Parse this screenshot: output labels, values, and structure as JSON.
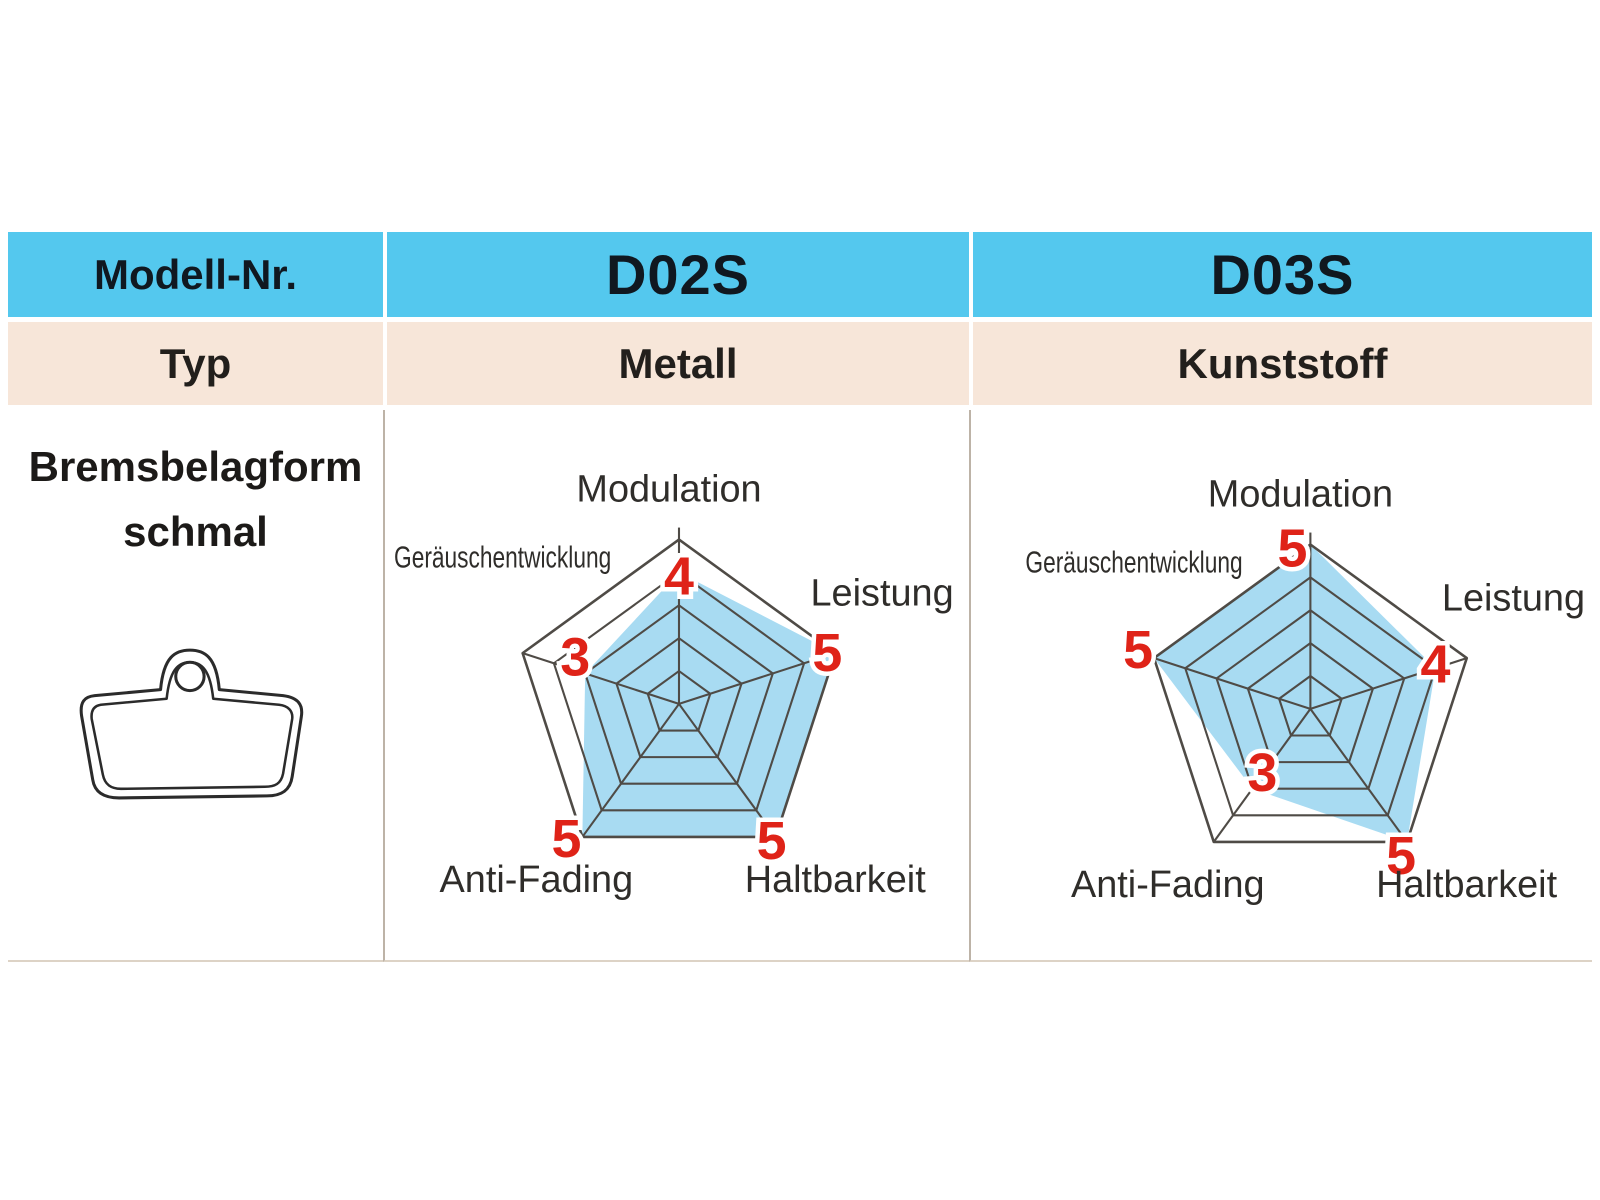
{
  "table": {
    "header_row": {
      "label": "Modell-Nr.",
      "model_1": "D02S",
      "model_2": "D03S"
    },
    "type_row": {
      "label": "Typ",
      "type_1": "Metall",
      "type_2": "Kunststoff"
    },
    "shape_row": {
      "label_line1": "Bremsbelagform",
      "label_line2": "schmal",
      "shape_icon": "brake-pad-narrow-outline"
    }
  },
  "colors": {
    "header_bg": "#54c8ee",
    "type_row_bg": "#f7e6d9",
    "radar_fill": "#a8dbf2",
    "radar_grid": "#4f4b46",
    "value_red": "#df2318",
    "text_dark": "#101820",
    "divider_tan": "#bdb3a7"
  },
  "chart_data": [
    {
      "type": "radar",
      "title": "D02S",
      "categories": [
        "Modulation",
        "Leistung",
        "Haltbarkeit",
        "Anti-Fading",
        "Geräuschentwicklung"
      ],
      "values": [
        4,
        5,
        5,
        5,
        3
      ],
      "scale": {
        "min": 0,
        "max": 5,
        "rings": 5
      },
      "axis_layout": "pentagon-clockwise-from-top",
      "grid": true,
      "legend": "none"
    },
    {
      "type": "radar",
      "title": "D03S",
      "categories": [
        "Modulation",
        "Leistung",
        "Haltbarkeit",
        "Anti-Fading",
        "Geräuschentwicklung"
      ],
      "values": [
        5,
        4,
        5,
        3,
        5
      ],
      "scale": {
        "min": 0,
        "max": 5,
        "rings": 5
      },
      "axis_layout": "pentagon-clockwise-from-top",
      "grid": true,
      "legend": "none"
    }
  ]
}
